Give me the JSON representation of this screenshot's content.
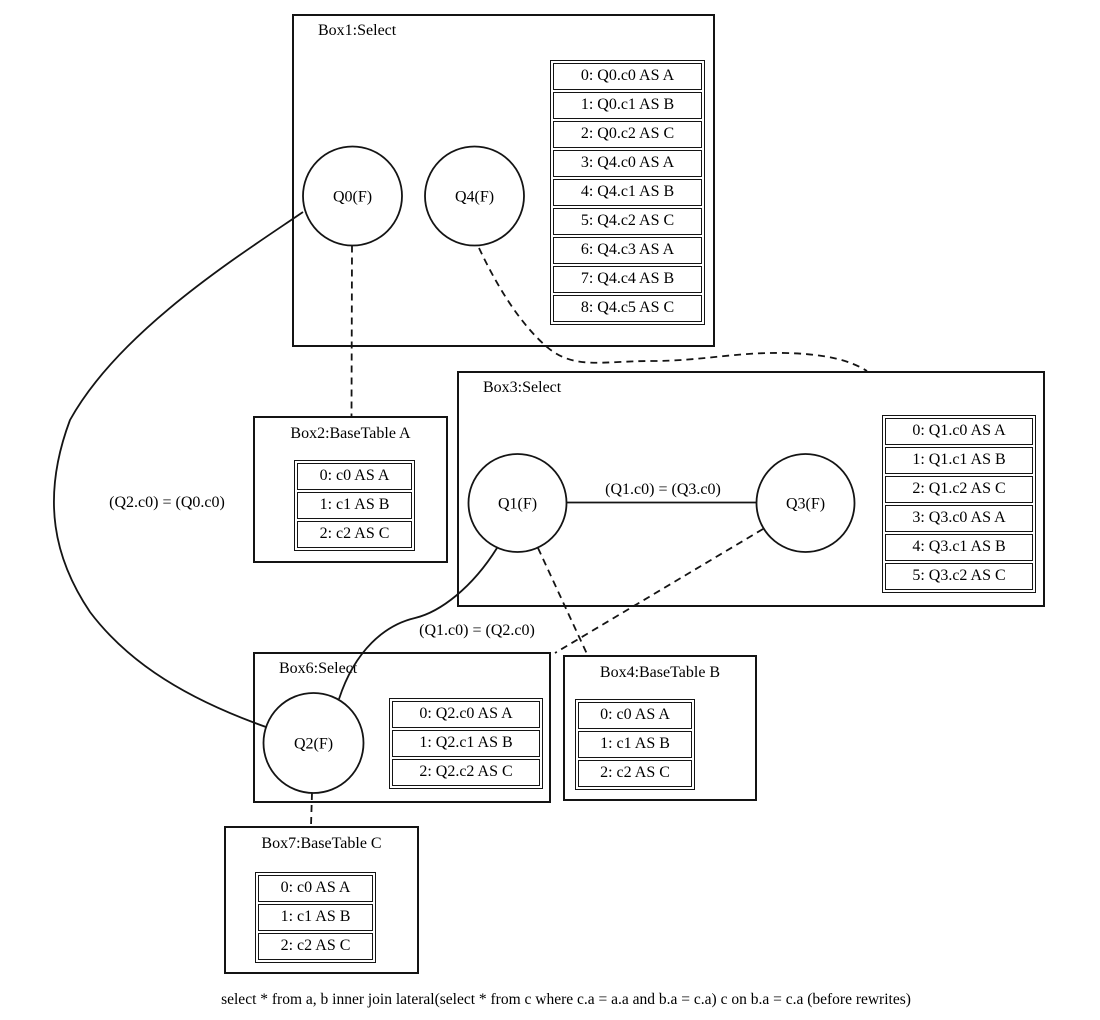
{
  "diagram": {
    "caption": "select * from a, b inner join lateral(select * from c where c.a = a.a and b.a = c.a) c on b.a = c.a (before rewrites)",
    "colors": {
      "stroke": "#141414",
      "background": "#ffffff"
    },
    "boxes": {
      "box1": {
        "title": "Box1:Select",
        "columns": [
          "0: Q0.c0 AS A",
          "1: Q0.c1 AS B",
          "2: Q0.c2 AS C",
          "3: Q4.c0 AS A",
          "4: Q4.c1 AS B",
          "5: Q4.c2 AS C",
          "6: Q4.c3 AS A",
          "7: Q4.c4 AS B",
          "8: Q4.c5 AS C"
        ]
      },
      "box2": {
        "title": "Box2:BaseTable A",
        "columns": [
          "0: c0 AS A",
          "1: c1 AS B",
          "2: c2 AS C"
        ]
      },
      "box3": {
        "title": "Box3:Select",
        "columns": [
          "0: Q1.c0 AS A",
          "1: Q1.c1 AS B",
          "2: Q1.c2 AS C",
          "3: Q3.c0 AS A",
          "4: Q3.c1 AS B",
          "5: Q3.c2 AS C"
        ]
      },
      "box4": {
        "title": "Box4:BaseTable B",
        "columns": [
          "0: c0 AS A",
          "1: c1 AS B",
          "2: c2 AS C"
        ]
      },
      "box6": {
        "title": "Box6:Select",
        "columns": [
          "0: Q2.c0 AS A",
          "1: Q2.c1 AS B",
          "2: Q2.c2 AS C"
        ]
      },
      "box7": {
        "title": "Box7:BaseTable C",
        "columns": [
          "0: c0 AS A",
          "1: c1 AS B",
          "2: c2 AS C"
        ]
      }
    },
    "quantifiers": {
      "q0": "Q0(F)",
      "q4": "Q4(F)",
      "q1": "Q1(F)",
      "q3": "Q3(F)",
      "q2": "Q2(F)"
    },
    "edge_labels": {
      "q2_q0": "(Q2.c0) = (Q0.c0)",
      "q1_q3": "(Q1.c0) = (Q3.c0)",
      "q1_q2": "(Q1.c0) = (Q2.c0)"
    }
  }
}
